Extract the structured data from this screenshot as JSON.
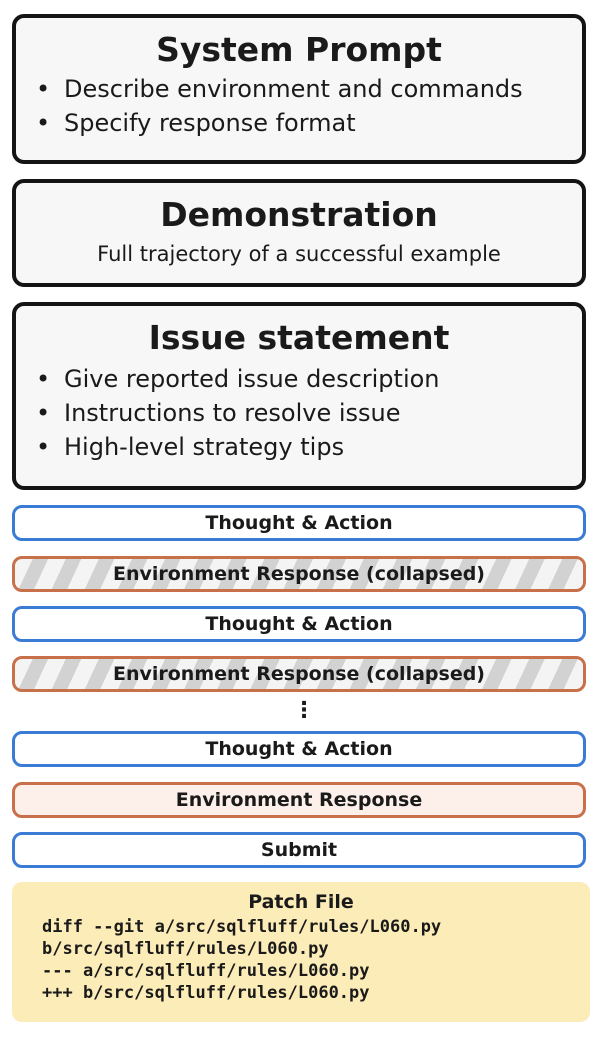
{
  "system_prompt": {
    "title": "System Prompt",
    "bullets": [
      "Describe environment and commands",
      "Specify response format"
    ]
  },
  "demonstration": {
    "title": "Demonstration",
    "subtitle": "Full trajectory of a successful example"
  },
  "issue_statement": {
    "title": "Issue statement",
    "bullets": [
      "Give reported issue description",
      "Instructions to resolve issue",
      "High-level strategy tips"
    ]
  },
  "steps": [
    {
      "label": "Thought & Action",
      "kind": "action"
    },
    {
      "label": "Environment Response (collapsed)",
      "kind": "collapsed"
    },
    {
      "label": "Thought & Action",
      "kind": "action"
    },
    {
      "label": "Environment Response (collapsed)",
      "kind": "collapsed"
    },
    {
      "label": "Thought & Action",
      "kind": "action"
    },
    {
      "label": "Environment Response",
      "kind": "env"
    },
    {
      "label": "Submit",
      "kind": "action"
    }
  ],
  "ellipsis": "⋮",
  "patch": {
    "title": "Patch File",
    "lines": [
      "diff --git a/src/sqlfluff/rules/L060.py",
      "b/src/sqlfluff/rules/L060.py",
      "--- a/src/sqlfluff/rules/L060.py",
      "+++ b/src/sqlfluff/rules/L060.py"
    ]
  },
  "colors": {
    "action_border": "#3a7bd5",
    "env_border": "#c8704a",
    "env_fill": "#fdf0ea",
    "patch_fill": "#fbecb8",
    "box_border": "#141414"
  }
}
